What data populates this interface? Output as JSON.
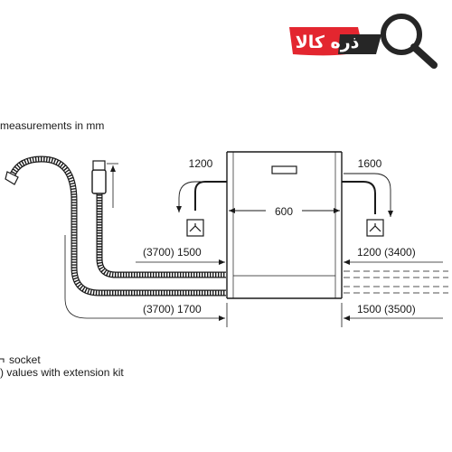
{
  "logo": {
    "text": "ذره کالا"
  },
  "title": "measurements in mm",
  "dimensions": {
    "left_top": "1200",
    "right_top": "1600",
    "width": "600",
    "left_mid": "(3700) 1500",
    "right_mid": "1200 (3400)",
    "left_bottom": "(3700) 1700",
    "right_bottom": "1500 (3500)"
  },
  "legend": {
    "socket": "socket",
    "extension": ") values with extension kit"
  },
  "colors": {
    "line": "#1a1a1a",
    "logo_red": "#e3262f",
    "logo_dark": "#262626"
  }
}
